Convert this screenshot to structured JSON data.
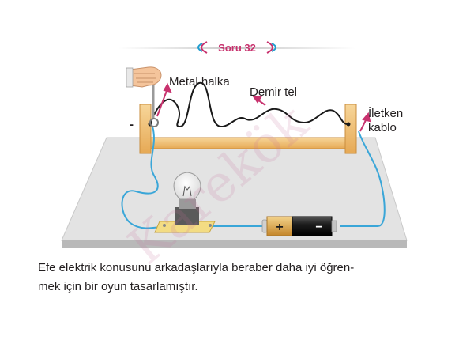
{
  "header": {
    "title": "Soru 32"
  },
  "labels": {
    "metal_ring": "Metal halka",
    "iron_wire": "Demir tel",
    "cable_line1": "İletken",
    "cable_line2": "kablo",
    "battery_plus": "+",
    "battery_minus": "−",
    "minus_sign": "-"
  },
  "watermark": "Karekök",
  "question": {
    "line1": "Efe elektrik konusunu arkadaşlarıyla beraber daha iyi öğren-",
    "line2": "mek için bir oyun tasarlamıştır."
  },
  "colors": {
    "accent": "#c8326e",
    "cable": "#3aa6d8",
    "board": "#e8e8e8",
    "wood": "#f2c37a",
    "battery_gold": "#d7a13a"
  }
}
